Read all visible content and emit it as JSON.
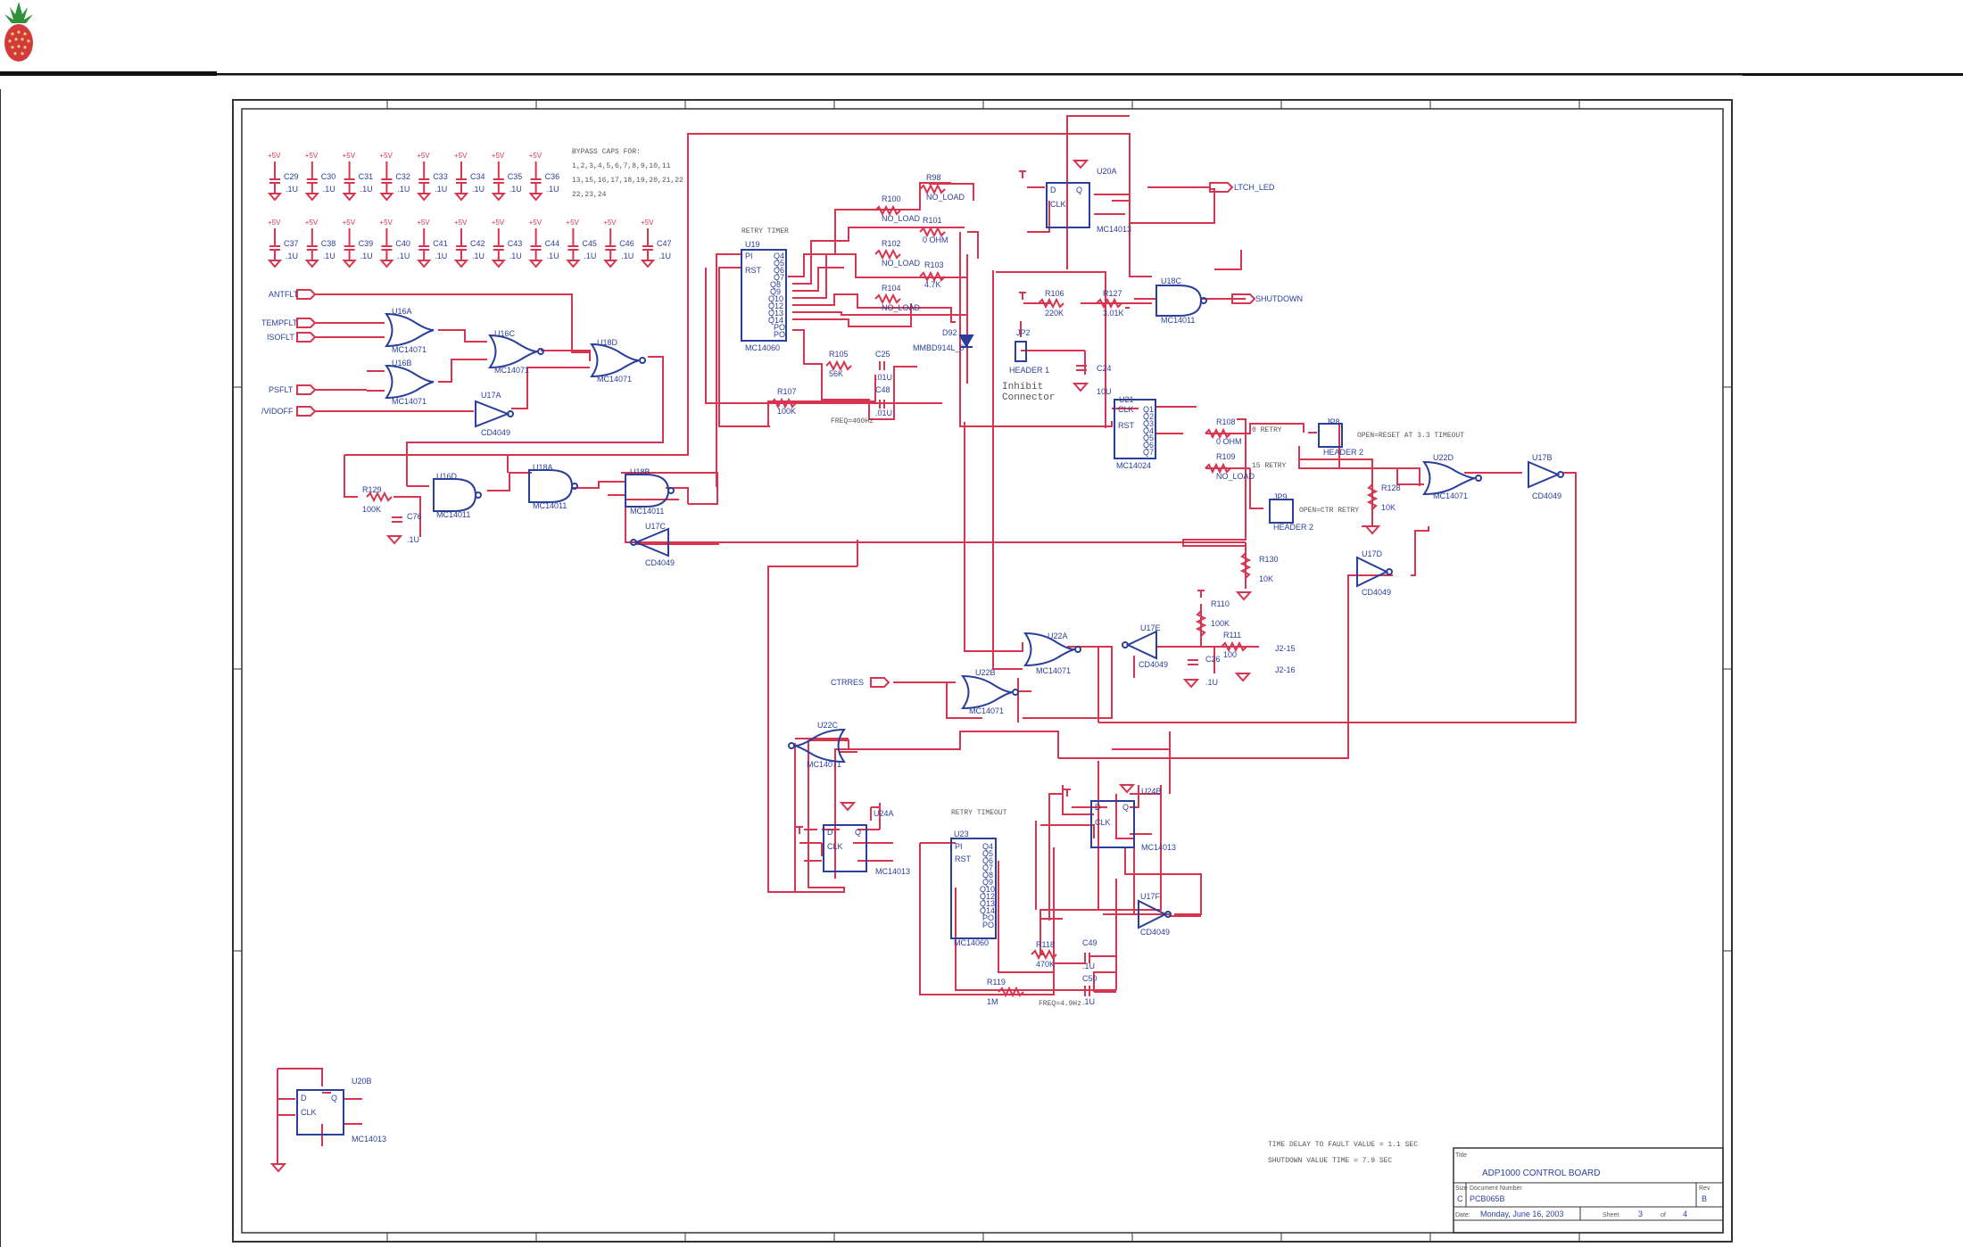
{
  "colors": {
    "wire": "#d6344f",
    "component": "#2a3f9a",
    "frame": "#333333"
  },
  "header": {
    "logo_icon": "pineapple-logo-icon"
  },
  "notes": {
    "bypass_caps_for": "BYPASS CAPS FOR:",
    "bypass_list_1": "1,2,3,4,5,6,7,8,9,10,11",
    "bypass_list_2": "13,15,16,17,18,19,20,21,22",
    "bypass_list_3": "22,23,24",
    "retry_timer": "RETRY TIMER",
    "freq_1": "FREQ=400Hz",
    "retry_timeout": "RETRY TIMEOUT",
    "freq_2": "FREQ=4.9Hz",
    "inhibit": "Inhibit",
    "connector": "Connector",
    "open_reset": "OPEN=RESET AT 3.3 TIMEOUT",
    "open_ctr": "OPEN=CTR RETRY",
    "t1": "0 RETRY",
    "t2": "15 RETRY",
    "time_delay": "TIME DELAY TO FAULT VALUE = 1.1 SEC",
    "shutdown_time": "SHUTDOWN VALUE TIME = 7.9 SEC"
  },
  "caps_row1": [
    {
      "ref": "C29",
      "val": ".1U",
      "pwr": "+5V"
    },
    {
      "ref": "C30",
      "val": ".1U",
      "pwr": "+5V"
    },
    {
      "ref": "C31",
      "val": ".1U",
      "pwr": "+5V"
    },
    {
      "ref": "C32",
      "val": ".1U",
      "pwr": "+5V"
    },
    {
      "ref": "C33",
      "val": ".1U",
      "pwr": "+5V"
    },
    {
      "ref": "C34",
      "val": ".1U",
      "pwr": "+5V"
    },
    {
      "ref": "C35",
      "val": ".1U",
      "pwr": "+5V"
    },
    {
      "ref": "C36",
      "val": ".1U",
      "pwr": "+5V"
    }
  ],
  "caps_row2": [
    {
      "ref": "C37",
      "val": ".1U",
      "pwr": "+5V"
    },
    {
      "ref": "C38",
      "val": ".1U",
      "pwr": "+5V"
    },
    {
      "ref": "C39",
      "val": ".1U",
      "pwr": "+5V"
    },
    {
      "ref": "C40",
      "val": ".1U",
      "pwr": "+5V"
    },
    {
      "ref": "C41",
      "val": ".1U",
      "pwr": "+5V"
    },
    {
      "ref": "C42",
      "val": ".1U",
      "pwr": "+5V"
    },
    {
      "ref": "C43",
      "val": ".1U",
      "pwr": "+5V"
    },
    {
      "ref": "C44",
      "val": ".1U",
      "pwr": "+5V"
    },
    {
      "ref": "C45",
      "val": ".1U",
      "pwr": "+5V"
    },
    {
      "ref": "C46",
      "val": ".1U",
      "pwr": "+5V"
    },
    {
      "ref": "C47",
      "val": ".1U",
      "pwr": "+5V"
    }
  ],
  "ports": {
    "antflt": "ANTFLT",
    "tempflt": "TEMPFLT",
    "isoflt": "ISOFLT",
    "psflt": "PSFLT",
    "vidoff": "/VIDOFF",
    "ctrres": "CTRRES",
    "ltch_led": "LTCH_LED",
    "shutdown": "SHUTDOWN",
    "j2_15": "J2-15",
    "j2_16": "J2-16"
  },
  "parts": {
    "u16a": "U16A",
    "u16b": "U16B",
    "u16c": "U16C",
    "u16d": "U16D",
    "mc14071": "MC14071",
    "u17a": "U17A",
    "u17b": "U17B",
    "u17c": "U17C",
    "u17d": "U17D",
    "u17e": "U17E",
    "u17f": "U17F",
    "cd4049": "CD4049",
    "u18a": "U18A",
    "u18b": "U18B",
    "u18c": "U18C",
    "u18d": "U18D",
    "mc14011": "MC14011",
    "u19": "U19",
    "mc14060": "MC14060",
    "u20a": "U20A",
    "u20b": "U20B",
    "mc14013": "MC14013",
    "u21": "U21",
    "mc14024": "MC14024",
    "u22a": "U22A",
    "u22b": "U22B",
    "u22c": "U22C",
    "u22d": "U22D",
    "u23": "U23",
    "u24a": "U24A",
    "u24b": "U24B",
    "jp2": "JP2",
    "header1": "HEADER 1",
    "jp8": "JP8",
    "jp9": "JP9",
    "header2": "HEADER 2",
    "d92": "D92",
    "d92_val": "MMBD914L_0"
  },
  "resistors": [
    {
      "ref": "R98",
      "val": "NO_LOAD"
    },
    {
      "ref": "R100",
      "val": "NO_LOAD"
    },
    {
      "ref": "R101",
      "val": "0 OHM"
    },
    {
      "ref": "R102",
      "val": "NO_LOAD"
    },
    {
      "ref": "R103",
      "val": "4.7K"
    },
    {
      "ref": "R104",
      "val": "NO_LOAD"
    },
    {
      "ref": "R105",
      "val": "56K"
    },
    {
      "ref": "R106",
      "val": "220K"
    },
    {
      "ref": "R107",
      "val": "100K"
    },
    {
      "ref": "R127",
      "val": "3.01K"
    },
    {
      "ref": "R108",
      "val": "0 OHM"
    },
    {
      "ref": "R109",
      "val": "NO_LOAD"
    },
    {
      "ref": "R128",
      "val": "10K"
    },
    {
      "ref": "R129",
      "val": "100K"
    },
    {
      "ref": "R130",
      "val": "10K"
    },
    {
      "ref": "R110",
      "val": "100K"
    },
    {
      "ref": "R111",
      "val": "100"
    },
    {
      "ref": "R118",
      "val": "470K"
    },
    {
      "ref": "R119",
      "val": "1M"
    }
  ],
  "caps": [
    {
      "ref": "C25",
      "val": ".01U"
    },
    {
      "ref": "C48",
      "val": ".01U"
    },
    {
      "ref": "C24",
      "val": "10U"
    },
    {
      "ref": "C76",
      "val": ".1U"
    },
    {
      "ref": "C26",
      "val": ".1U"
    },
    {
      "ref": "C49",
      "val": ".1U"
    },
    {
      "ref": "C50",
      "val": ".1U"
    }
  ],
  "title_block": {
    "title_label": "Title",
    "title": "ADP1000 CONTROL BOARD",
    "size_label": "Size",
    "size": "C",
    "docnum_label": "Document Number",
    "docnum": "PCB065B",
    "rev_label": "Rev",
    "rev": "B",
    "date_label": "Date:",
    "date": "Monday, June 16, 2003",
    "sheet_label": "Sheet",
    "sheet": "3",
    "of_label": "of",
    "sheets": "4"
  }
}
